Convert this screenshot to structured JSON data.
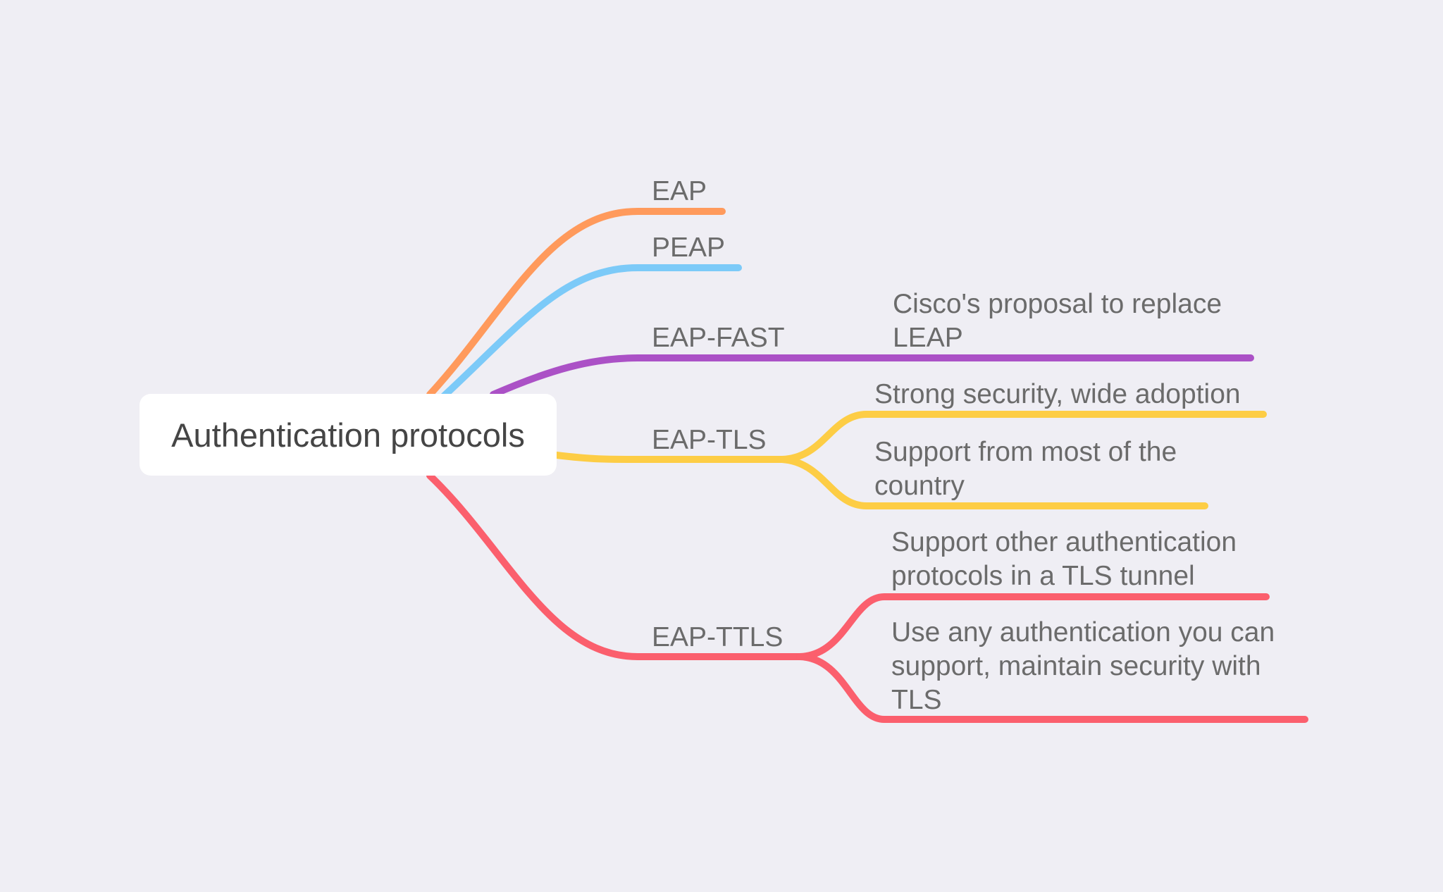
{
  "root": {
    "label": "Authentication protocols"
  },
  "branches": [
    {
      "label": "EAP",
      "color": "#ff9a5c",
      "children": []
    },
    {
      "label": "PEAP",
      "color": "#7ccaf8",
      "children": []
    },
    {
      "label": "EAP-FAST",
      "color": "#ab51c6",
      "children": [
        {
          "lines": [
            "Cisco's proposal to replace",
            "LEAP"
          ]
        }
      ]
    },
    {
      "label": "EAP-TLS",
      "color": "#fdcd45",
      "children": [
        {
          "lines": [
            "Strong security, wide adoption"
          ]
        },
        {
          "lines": [
            "Support from most of the",
            "country"
          ]
        }
      ]
    },
    {
      "label": "EAP-TTLS",
      "color": "#fb5f6d",
      "children": [
        {
          "lines": [
            "Support other authentication",
            "protocols in a TLS tunnel"
          ]
        },
        {
          "lines": [
            "Use any authentication you can",
            "support, maintain security with",
            "TLS"
          ]
        }
      ]
    }
  ]
}
